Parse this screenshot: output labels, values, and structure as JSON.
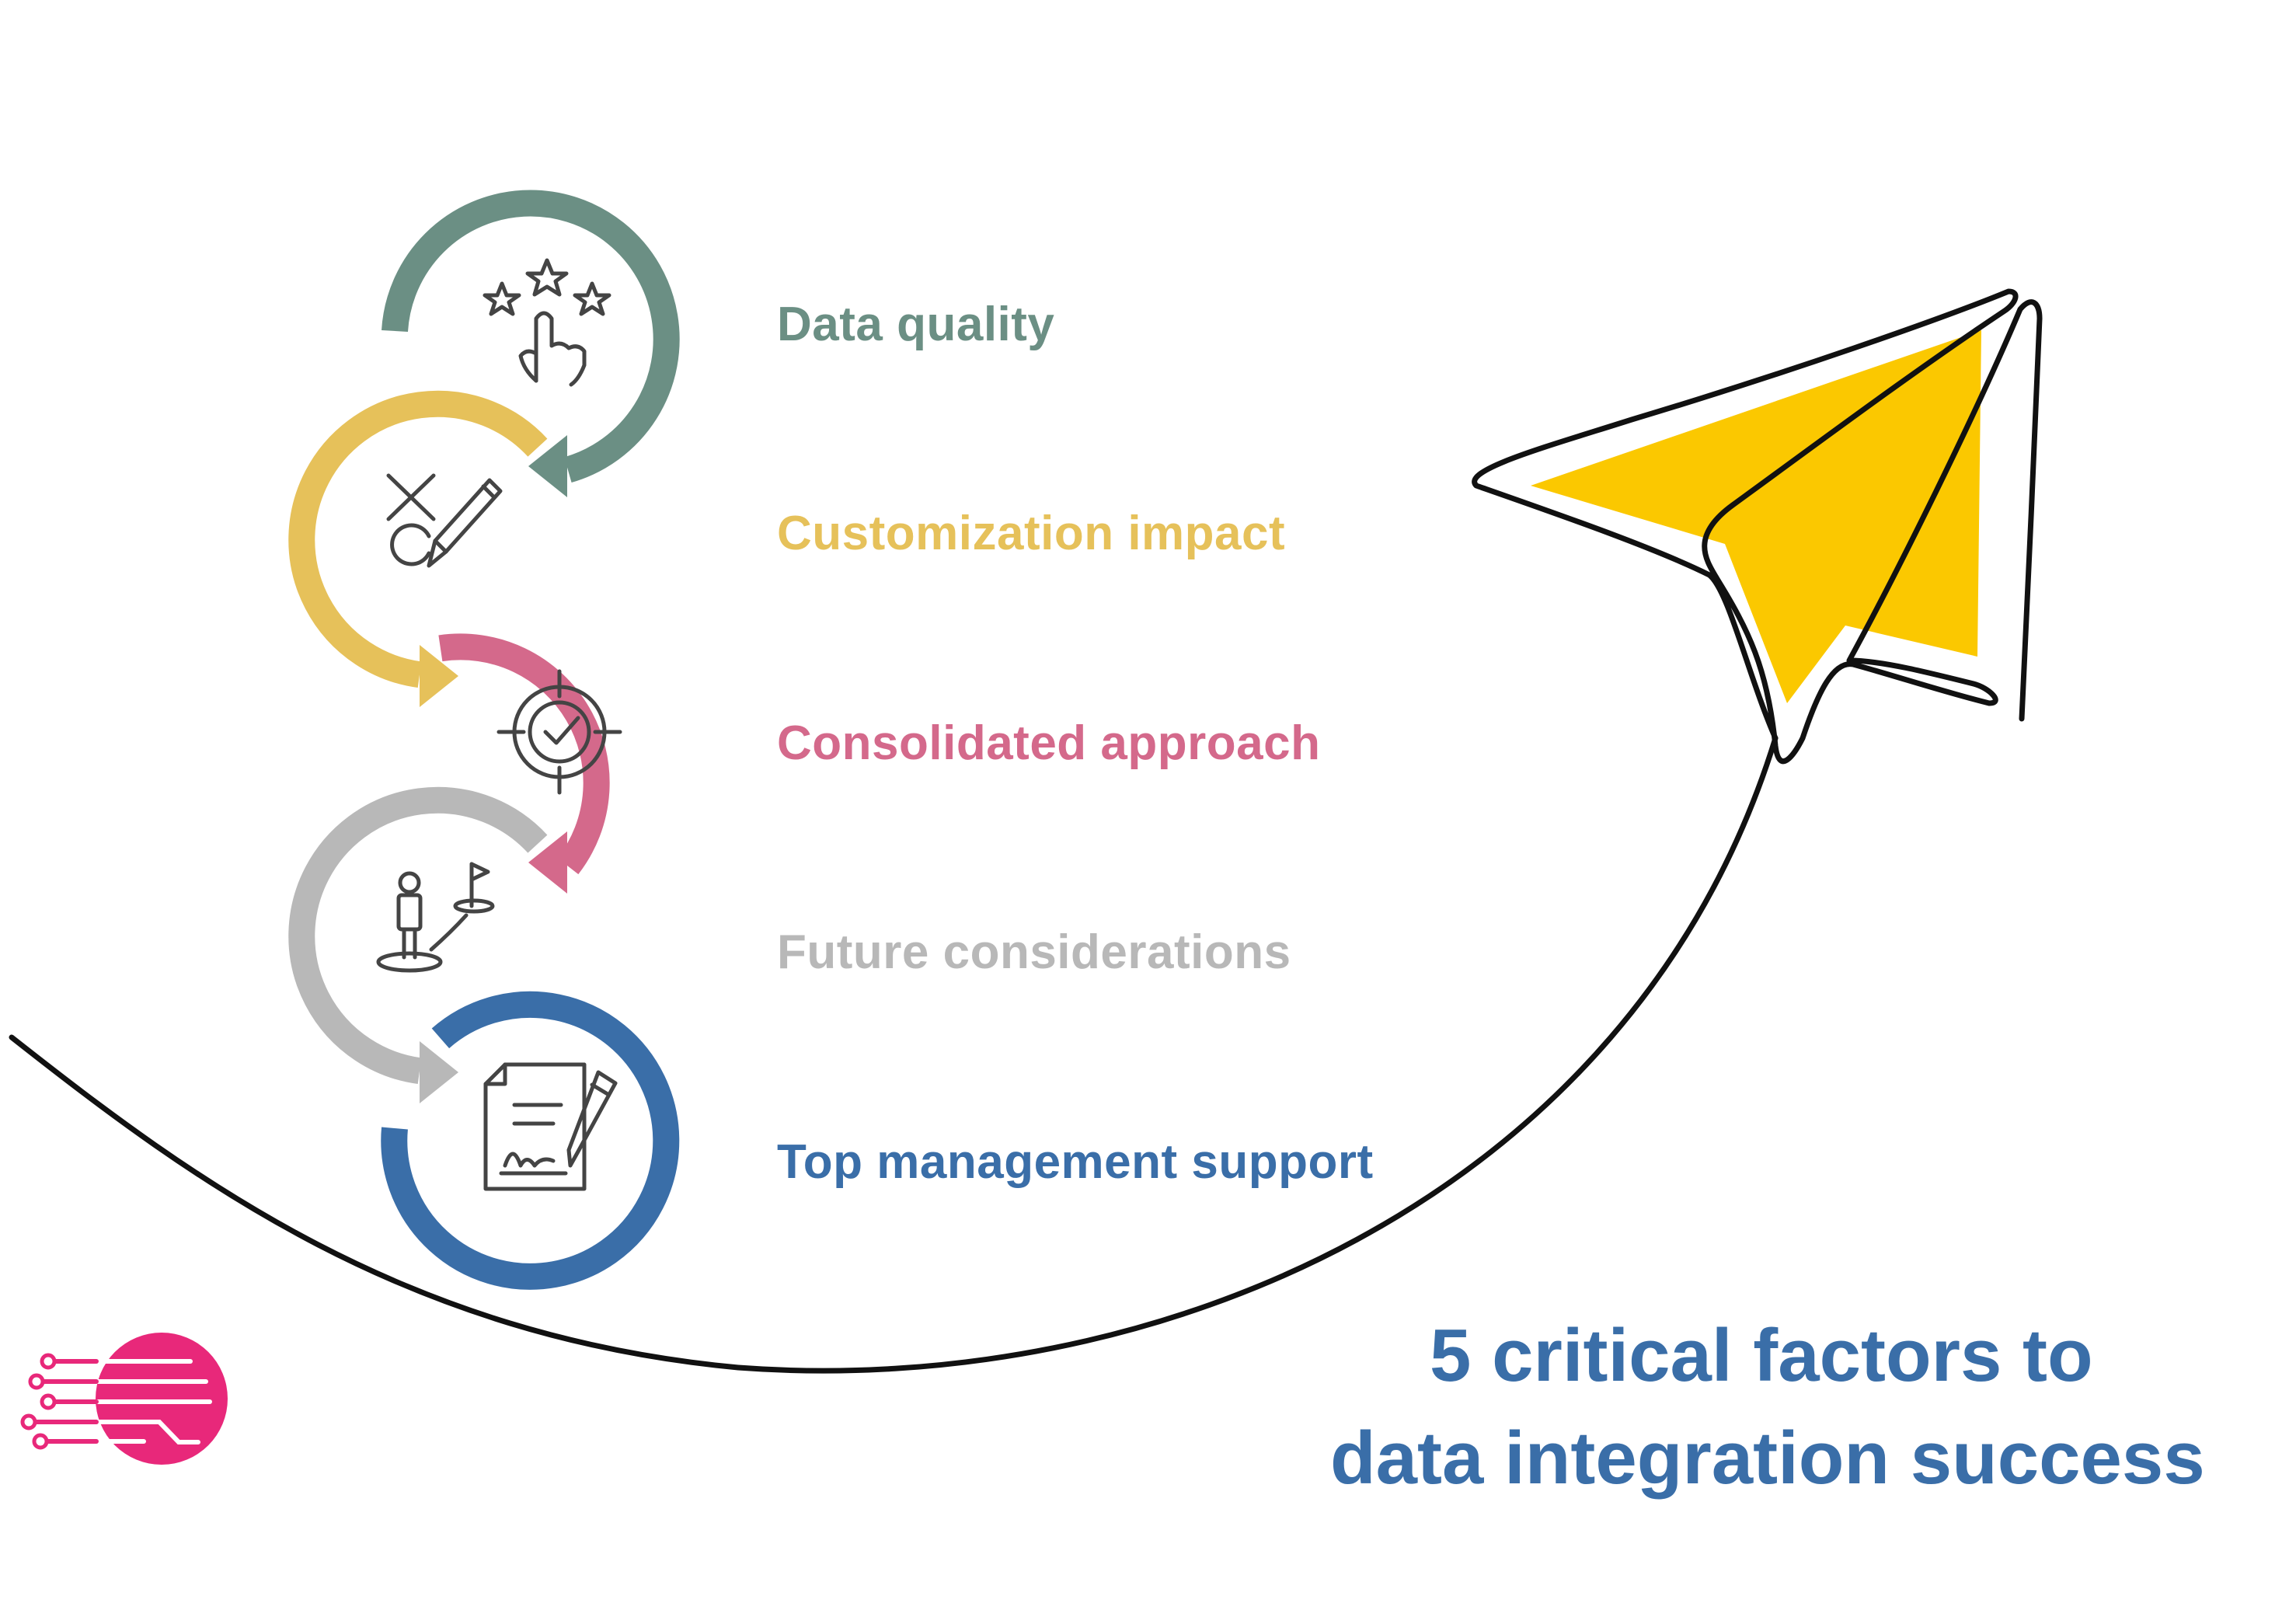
{
  "factors": [
    {
      "label": "Data quality",
      "color": "#6b8f84",
      "icon": "rating-stars-hand-icon"
    },
    {
      "label": "Customization impact",
      "color": "#e6c15a",
      "icon": "pencil-x-o-icon"
    },
    {
      "label": "Consolidated approach",
      "color": "#d4698b",
      "icon": "target-check-icon"
    },
    {
      "label": "Future considerations",
      "color": "#b8b8b8",
      "icon": "person-flag-path-icon"
    },
    {
      "label": "Top management support",
      "color": "#3a6ea8",
      "icon": "signed-document-icon"
    }
  ],
  "headline": {
    "line1": "5 critical factors to",
    "line2": "data integration success",
    "color": "#3a6ea8"
  },
  "brand": {
    "logo_color": "#e8287a",
    "icon": "circuit-logo-icon"
  },
  "plane": {
    "fill": "#fbc800",
    "stroke": "#111111",
    "icon": "paper-plane-icon"
  }
}
